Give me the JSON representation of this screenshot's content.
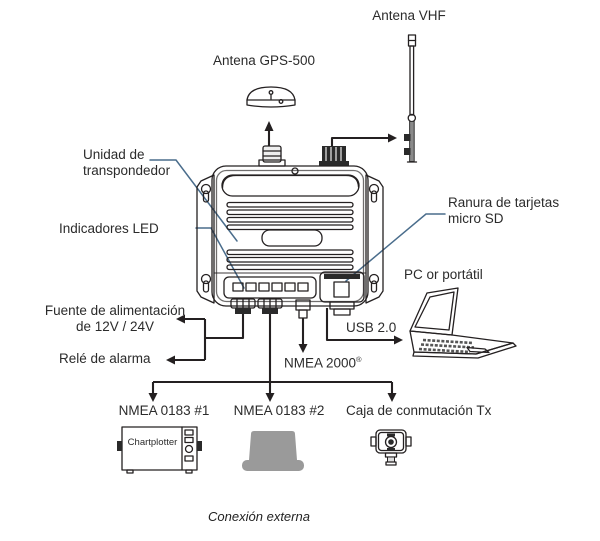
{
  "labels": {
    "antenna_vhf": "Antena VHF",
    "antenna_gps": "Antena GPS-500",
    "transponder_unit": "Unidad de transpondedor",
    "led_indicators": "Indicadores LED",
    "sd_card_slot": "Ranura de tarjetas micro SD",
    "pc": "PC or portátil",
    "power_supply": "Fuente de alimentación de 12V / 24V",
    "alarm_relay": "Relé de alarma",
    "usb": "USB 2.0",
    "nmea2000": "NMEA 2000",
    "nmea2000_mark": "®",
    "nmea0183_1": "NMEA 0183 #1",
    "nmea0183_2": "NMEA 0183 #2",
    "tx_switch_box": "Caja de conmutación Tx",
    "chartplotter": "Chartplotter",
    "footer_note": "Conexión externa"
  },
  "colors": {
    "leader_line": "#4a6d8c",
    "diagram_line": "#242021",
    "text": "#2b2b2b",
    "device_gray": "#9a9a9a"
  }
}
